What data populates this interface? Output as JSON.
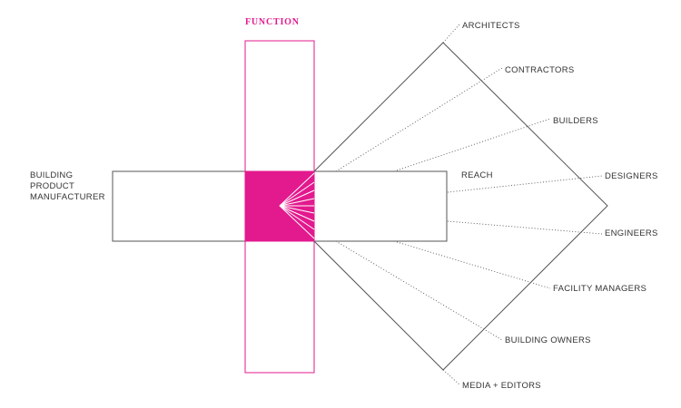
{
  "colors": {
    "accent": "#e3198e",
    "outline": "#555555",
    "text": "#333333",
    "ray": "#ffffff"
  },
  "labels": {
    "function": "FUNCTION",
    "manufacturer_line1": "BUILDING",
    "manufacturer_line2": "PRODUCT",
    "manufacturer_line3": "MANUFACTURER",
    "reach": "REACH"
  },
  "audiences": [
    "ARCHITECTS",
    "CONTRACTORS",
    "BUILDERS",
    "DESIGNERS",
    "ENGINEERS",
    "FACILITY MANAGERS",
    "BUILDING OWNERS",
    "MEDIA + EDITORS"
  ]
}
